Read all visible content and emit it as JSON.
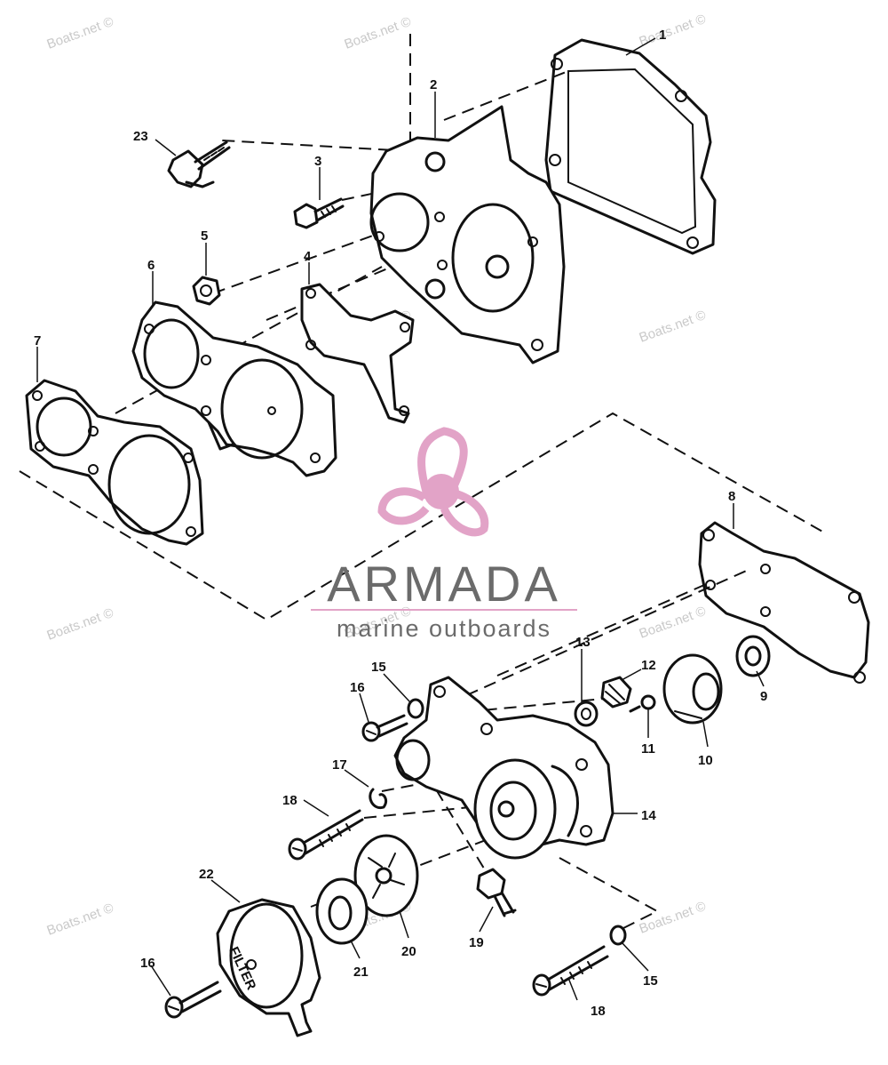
{
  "diagram": {
    "watermark_text": "Boats.net ©",
    "brand": {
      "title": "ARMADA",
      "subtitle": "marine outboards",
      "accent_color": "#e2a3c7",
      "text_color": "#6b6b6b"
    },
    "filter_label": "FILTER",
    "callouts": [
      {
        "id": "c1",
        "label": "1"
      },
      {
        "id": "c2",
        "label": "2"
      },
      {
        "id": "c3",
        "label": "3"
      },
      {
        "id": "c4",
        "label": "4"
      },
      {
        "id": "c5",
        "label": "5"
      },
      {
        "id": "c6",
        "label": "6"
      },
      {
        "id": "c7",
        "label": "7"
      },
      {
        "id": "c8",
        "label": "8"
      },
      {
        "id": "c9",
        "label": "9"
      },
      {
        "id": "c10",
        "label": "10"
      },
      {
        "id": "c11",
        "label": "11"
      },
      {
        "id": "c12",
        "label": "12"
      },
      {
        "id": "c13",
        "label": "13"
      },
      {
        "id": "c14",
        "label": "14"
      },
      {
        "id": "c15a",
        "label": "15"
      },
      {
        "id": "c15b",
        "label": "15"
      },
      {
        "id": "c16a",
        "label": "16"
      },
      {
        "id": "c16b",
        "label": "16"
      },
      {
        "id": "c17",
        "label": "17"
      },
      {
        "id": "c18a",
        "label": "18"
      },
      {
        "id": "c18b",
        "label": "18"
      },
      {
        "id": "c19",
        "label": "19"
      },
      {
        "id": "c20",
        "label": "20"
      },
      {
        "id": "c21",
        "label": "21"
      },
      {
        "id": "c22",
        "label": "22"
      },
      {
        "id": "c23",
        "label": "23"
      }
    ]
  }
}
